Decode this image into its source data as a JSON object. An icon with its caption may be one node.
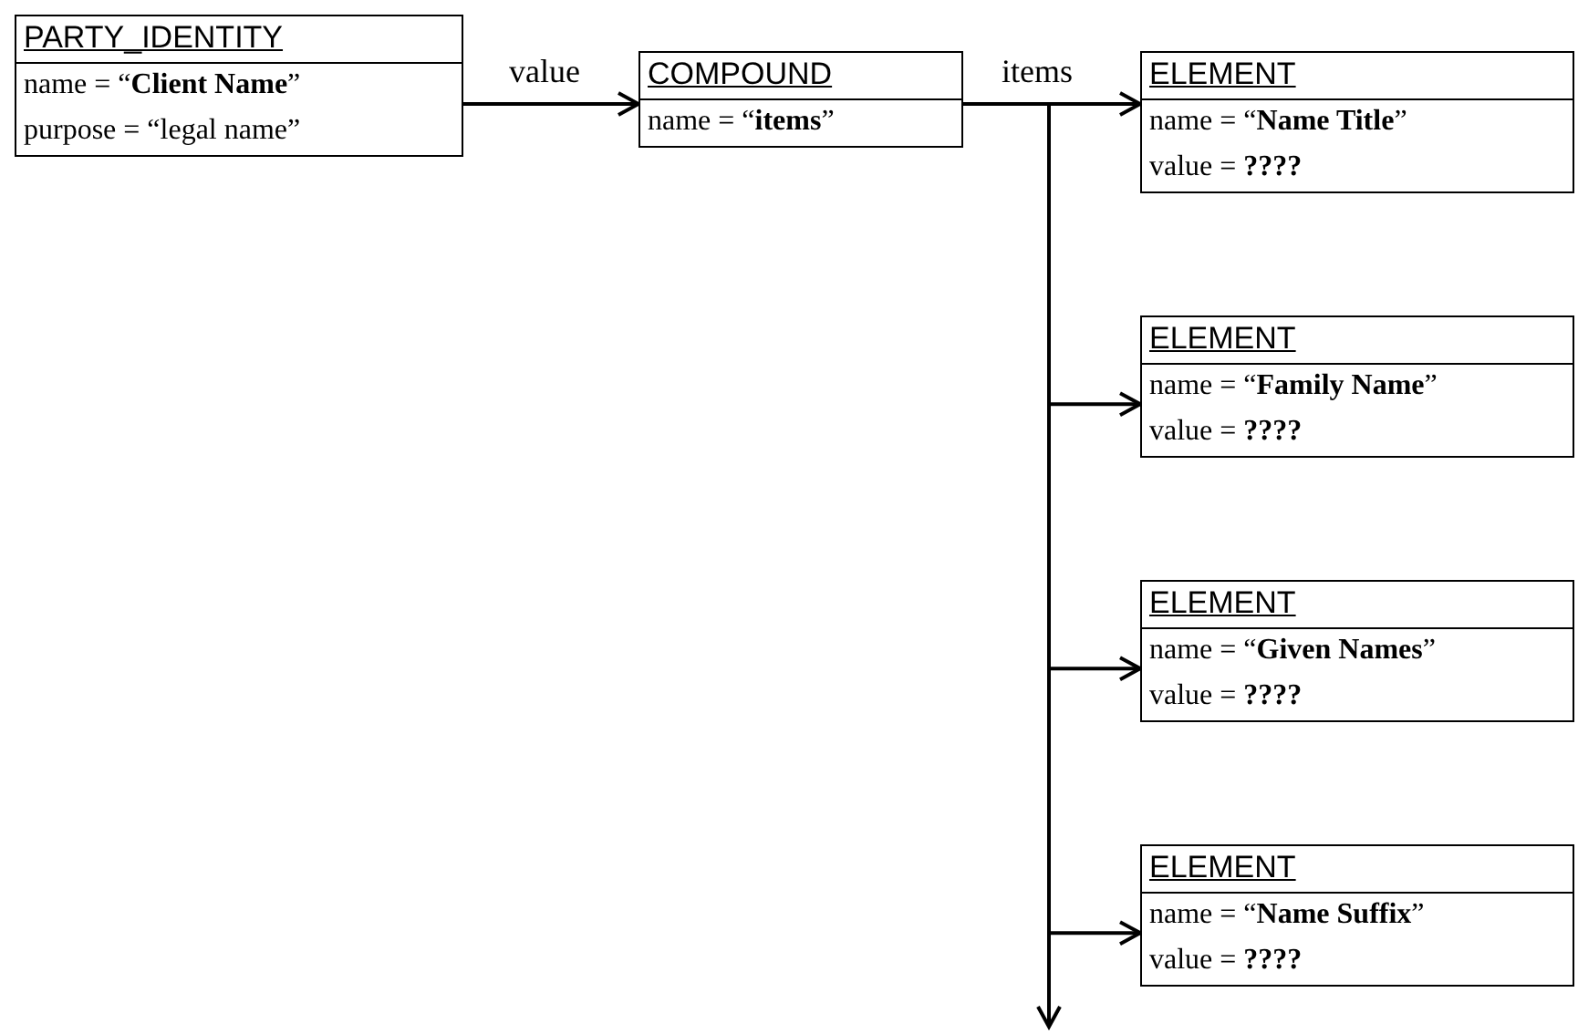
{
  "diagram": {
    "nodes": [
      {
        "text": [
          "PARTY_IDENTITY",
          "name = “**Client Name**”",
          "purpose = “legal name”"
        ]
      },
      {
        "text": [
          "COMPOUND",
          "name = “**items**”"
        ]
      },
      {
        "text": [
          "ELEMENT",
          "name = “**Name Title**”",
          "value = **????**"
        ]
      },
      {
        "text": [
          "ELEMENT",
          "name = “**Family Name**”",
          "value = **????**"
        ]
      },
      {
        "text": [
          "ELEMENT",
          "name = “**Given Names**”",
          "value = **????**"
        ]
      },
      {
        "text": [
          "ELEMENT",
          "name = “**Name Suffix**”",
          "value = **????**"
        ]
      }
    ],
    "edges": [
      {
        "from": 0,
        "to": 1,
        "arrow": "to",
        "label": "value"
      },
      {
        "from": 1,
        "to": 2,
        "arrow": "to",
        "label": "items"
      },
      {
        "from": 1,
        "to": 3,
        "arrow": "to"
      },
      {
        "from": 1,
        "to": 4,
        "arrow": "to"
      },
      {
        "from": 1,
        "to": 5,
        "arrow": "to"
      },
      {
        "from": 1,
        "to": null,
        "arrow": "to"
      }
    ]
  }
}
